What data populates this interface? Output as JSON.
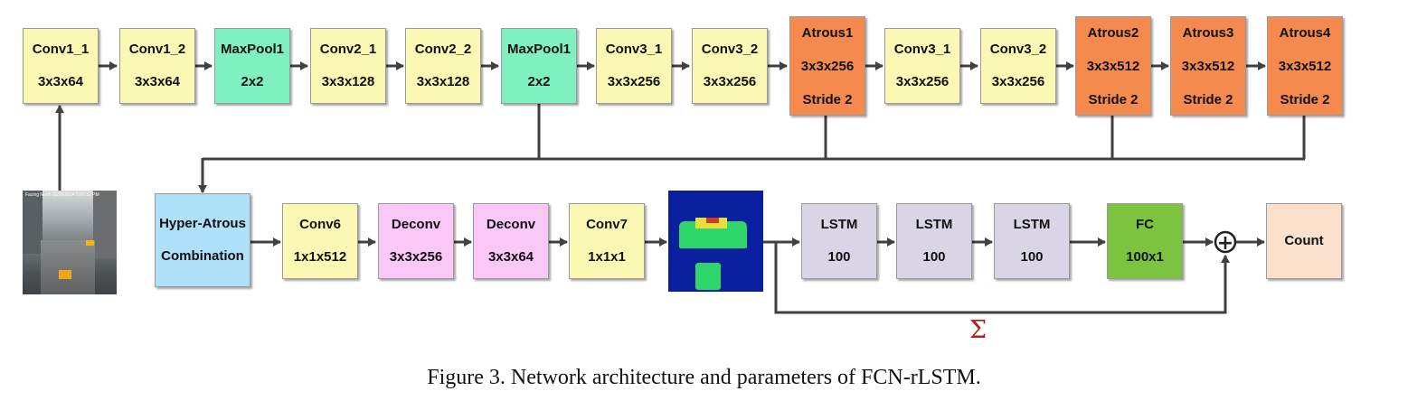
{
  "nodes": {
    "conv1_1": [
      "Conv1_1",
      "3x3x64"
    ],
    "conv1_2": [
      "Conv1_2",
      "3x3x64"
    ],
    "maxpool1a": [
      "MaxPool1",
      "2x2"
    ],
    "conv2_1": [
      "Conv2_1",
      "3x3x128"
    ],
    "conv2_2": [
      "Conv2_2",
      "3x3x128"
    ],
    "maxpool1b": [
      "MaxPool1",
      "2x2"
    ],
    "conv3_1a": [
      "Conv3_1",
      "3x3x256"
    ],
    "conv3_2a": [
      "Conv3_2",
      "3x3x256"
    ],
    "atrous1": [
      "Atrous1",
      "3x3x256",
      "Stride 2"
    ],
    "conv3_1b": [
      "Conv3_1",
      "3x3x256"
    ],
    "conv3_2b": [
      "Conv3_2",
      "3x3x256"
    ],
    "atrous2": [
      "Atrous2",
      "3x3x512",
      "Stride 2"
    ],
    "atrous3": [
      "Atrous3",
      "3x3x512",
      "Stride 2"
    ],
    "atrous4": [
      "Atrous4",
      "3x3x512",
      "Stride 2"
    ],
    "hyper": [
      "Hyper-Atrous",
      "Combination"
    ],
    "conv6": [
      "Conv6",
      "1x1x512"
    ],
    "deconv1": [
      "Deconv",
      "3x3x256"
    ],
    "deconv2": [
      "Deconv",
      "3x3x64"
    ],
    "conv7": [
      "Conv7",
      "1x1x1"
    ],
    "lstm1": [
      "LSTM",
      "100"
    ],
    "lstm2": [
      "LSTM",
      "100"
    ],
    "lstm3": [
      "LSTM",
      "100"
    ],
    "fc": [
      "FC",
      "100x1"
    ],
    "count": [
      "Count"
    ]
  },
  "input_image_text": "Facing North  11/29/2014 5:07:12 PM",
  "sigma_symbol": "Σ",
  "sum_symbol": "+",
  "caption": "Figure 3. Network architecture and parameters of FCN-rLSTM.",
  "colors": {
    "conv": "#fbf8b3",
    "pool": "#7ff0c0",
    "atrous": "#f58a4e",
    "hyper": "#aee0f7",
    "deconv": "#f9c8f7",
    "lstm": "#d9d5e6",
    "fc": "#7cc43f",
    "count": "#fbe0cc",
    "arrow": "#404040",
    "sigma": "#b0201c"
  }
}
